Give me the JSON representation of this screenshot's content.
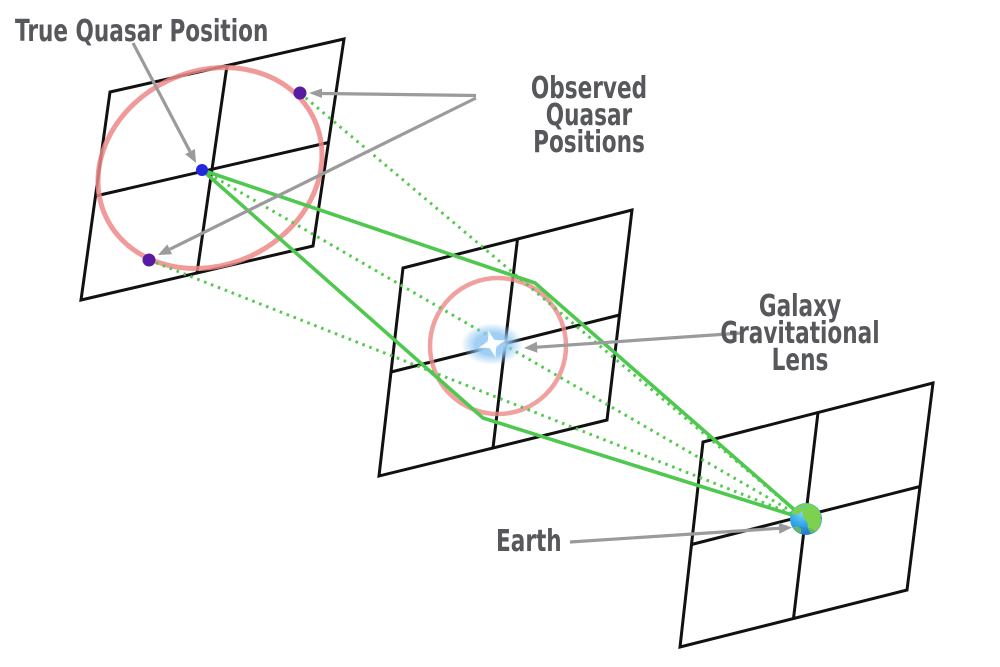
{
  "diagram": {
    "labels": {
      "true_quasar": "True Quasar Position",
      "observed_line1": "Observed Quasar",
      "observed_line2": "Positions",
      "lens_line1": "Galaxy Gravitational",
      "lens_line2": "Lens",
      "earth": "Earth"
    },
    "colors": {
      "ray_green": "#4fc84f",
      "dotted_green": "#55c94f",
      "ring_red": "#ee8888",
      "true_dot_blue": "#2328dc",
      "observed_dot_purple": "#571ca2",
      "arrow_gray": "#9b9b9b",
      "label_gray": "#57585c",
      "plane_black": "#111111",
      "glow_blue": "#8ec6f2",
      "earth_ocean": "#2f9fe3",
      "earth_land": "#7cd14f"
    }
  }
}
